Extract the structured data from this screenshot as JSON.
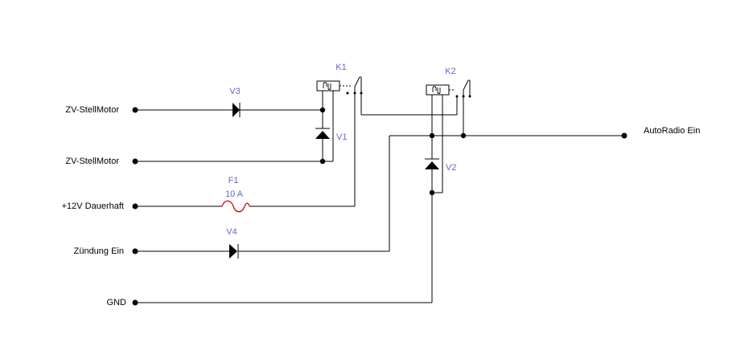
{
  "terminals": {
    "zv_motor_1": "ZV-StellMotor",
    "zv_motor_2": "ZV-StellMotor",
    "dauerhaft": "+12V Dauerhaft",
    "zuendung": "Zündung Ein",
    "gnd": "GND",
    "autoradio": "AutoRadio Ein"
  },
  "components": {
    "k1": "K1",
    "k2": "K2",
    "v1": "V1",
    "v2": "V2",
    "v3": "V3",
    "v4": "V4",
    "f1": "F1",
    "f1_rating": "10 A"
  },
  "colors": {
    "wire": "#000000",
    "label": "#6666cc",
    "fuse": "#cc0000"
  }
}
